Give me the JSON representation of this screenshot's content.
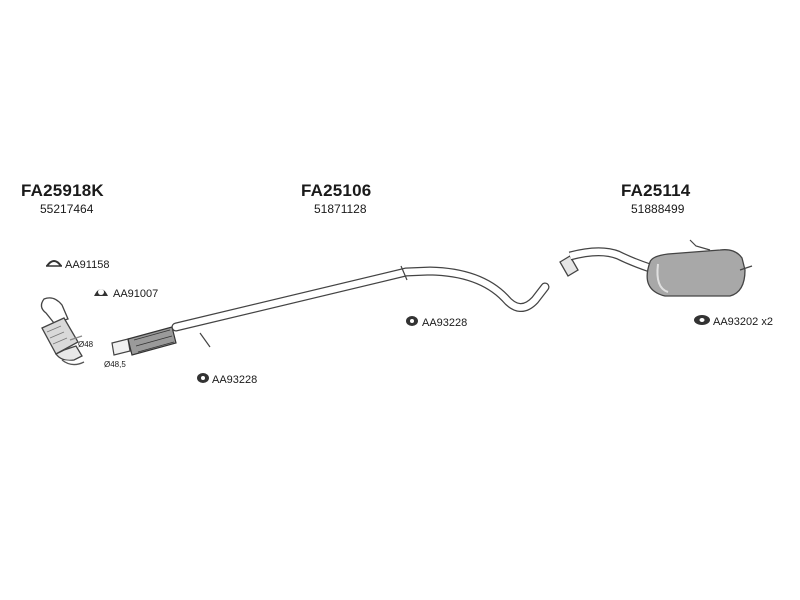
{
  "parts": {
    "catalyst": {
      "code": "FA25918K",
      "oem": "55217464"
    },
    "middle_pipe": {
      "code": "FA25106",
      "oem": "51871128"
    },
    "rear_silencer": {
      "code": "FA25114",
      "oem": "51888499"
    }
  },
  "accessories": {
    "clamp_top": "AA91158",
    "gasket": "AA91007",
    "mount_left": "AA93228",
    "mount_middle": "AA93228",
    "mount_right": "AA93202 x2"
  },
  "dimensions": {
    "d1": "Ø48",
    "d2": "Ø48,5"
  }
}
